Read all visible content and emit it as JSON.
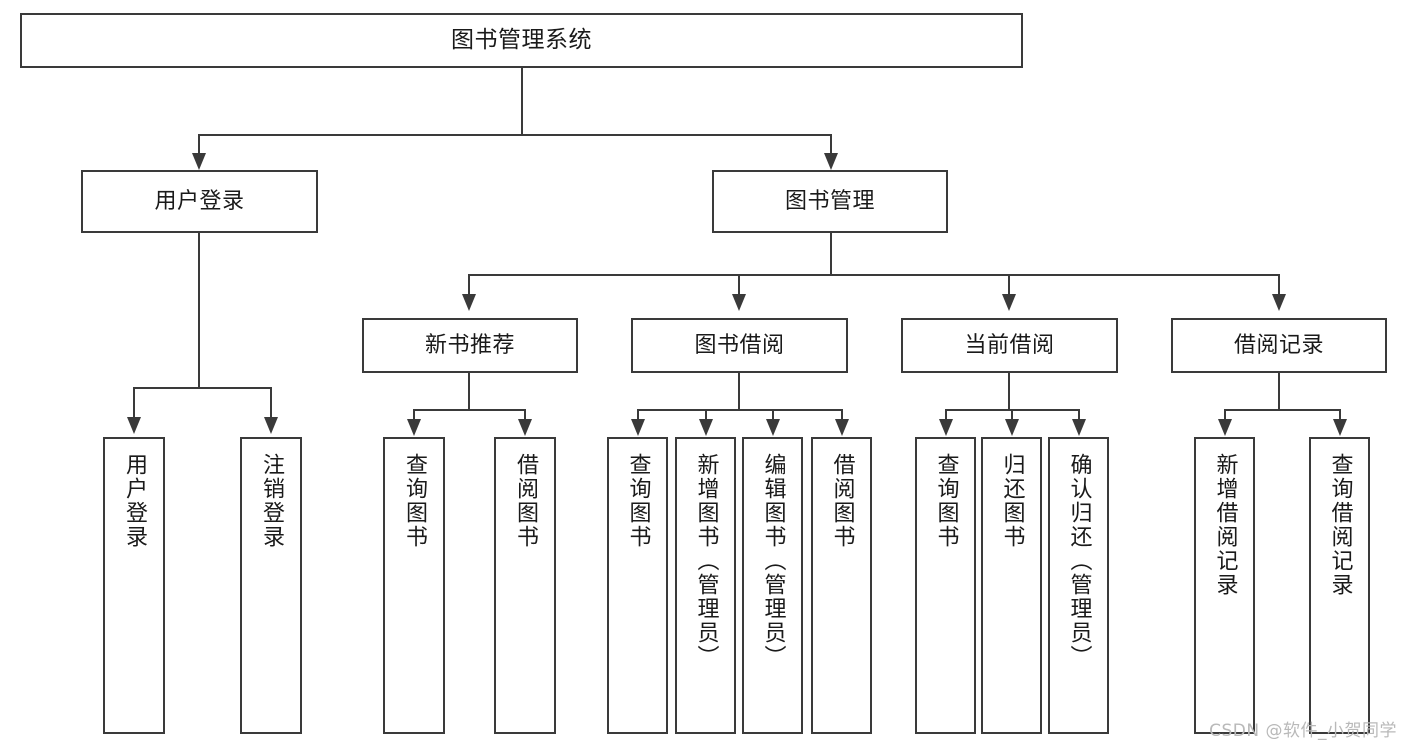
{
  "diagram": {
    "title": "图书管理系统",
    "watermark": "CSDN @软件_小贺同学",
    "levels": {
      "root": {
        "label": "图书管理系统"
      },
      "level2": [
        {
          "label": "用户登录"
        },
        {
          "label": "图书管理"
        }
      ],
      "level3": [
        {
          "label": "新书推荐"
        },
        {
          "label": "图书借阅"
        },
        {
          "label": "当前借阅"
        },
        {
          "label": "借阅记录"
        }
      ],
      "leaves": {
        "user_login": [
          {
            "label": "用户登录"
          },
          {
            "label": "注销登录"
          }
        ],
        "new_book_recommend": [
          {
            "label": "查询图书"
          },
          {
            "label": "借阅图书"
          }
        ],
        "book_borrow": [
          {
            "label": "查询图书"
          },
          {
            "label": "新增图书（管理员）"
          },
          {
            "label": "编辑图书（管理员）"
          },
          {
            "label": "借阅图书"
          }
        ],
        "current_borrow": [
          {
            "label": "查询图书"
          },
          {
            "label": "归还图书"
          },
          {
            "label": "确认归还（管理员）"
          }
        ],
        "borrow_record": [
          {
            "label": "新增借阅记录"
          },
          {
            "label": "查询借阅记录"
          }
        ]
      }
    },
    "colors": {
      "border": "#3a3a3a",
      "background": "#ffffff",
      "text": "#1a1a1a",
      "watermark": "#b9b9b9"
    }
  }
}
